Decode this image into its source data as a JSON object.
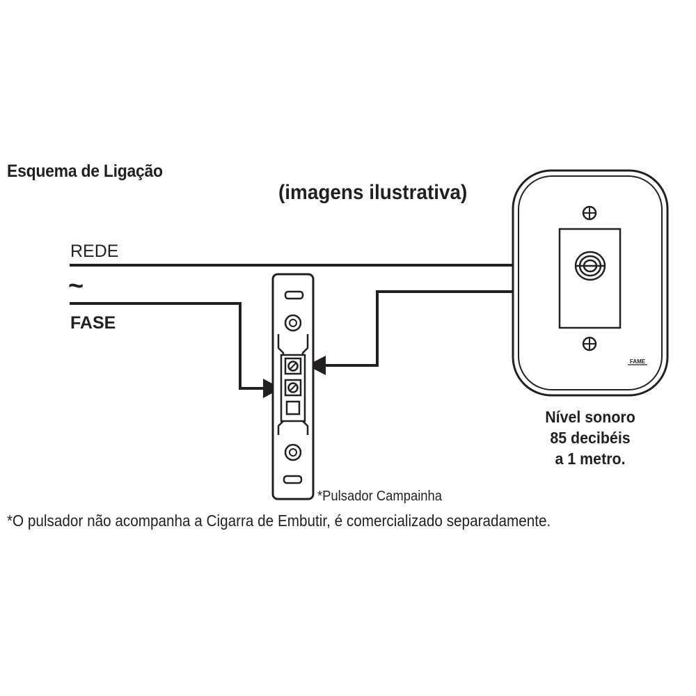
{
  "title": "Esquema de Ligação",
  "subtitle": "(imagens ilustrativa)",
  "labels": {
    "rede": "REDE",
    "tilde": "~",
    "fase": "FASE"
  },
  "sound_level": {
    "line1": "Nível sonoro",
    "line2": "85 decibéis",
    "line3": "a 1 metro."
  },
  "pulsador_label": "*Pulsador Campainha",
  "brand": "FAME",
  "footnote": "*O pulsador não acompanha a Cigarra de Embutir, é comercializado separadamente.",
  "colors": {
    "line": "#231f20",
    "background": "#ffffff"
  },
  "icons": {
    "buzzer": "sound-wave-icon",
    "screw": "screw-icon",
    "terminal": "terminal-screw-icon",
    "arrow": "arrow-right-icon"
  }
}
